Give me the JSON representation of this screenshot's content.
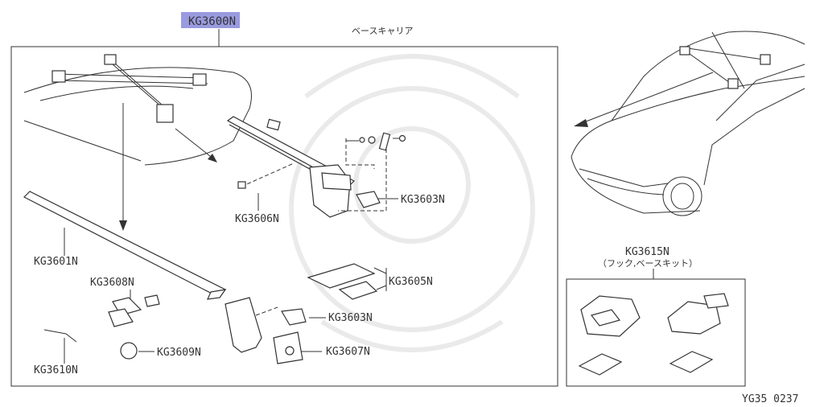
{
  "header": {
    "main_part": "KG3600N",
    "main_part_highlight": "#9a9ae0",
    "title_jp": "ベースキャリア"
  },
  "labels": {
    "kg3601n": "KG3601N",
    "kg3603n_a": "KG3603N",
    "kg3603n_b": "KG3603N",
    "kg3605n": "KG3605N",
    "kg3606n": "KG3606N",
    "kg3607n": "KG3607N",
    "kg3608n": "KG3608N",
    "kg3609n": "KG3609N",
    "kg3610n": "KG3610N",
    "kg3615n": "KG3615N",
    "kg3615n_desc": "（フック,ベースキット）"
  },
  "footer": {
    "code": "YG35 0237"
  }
}
